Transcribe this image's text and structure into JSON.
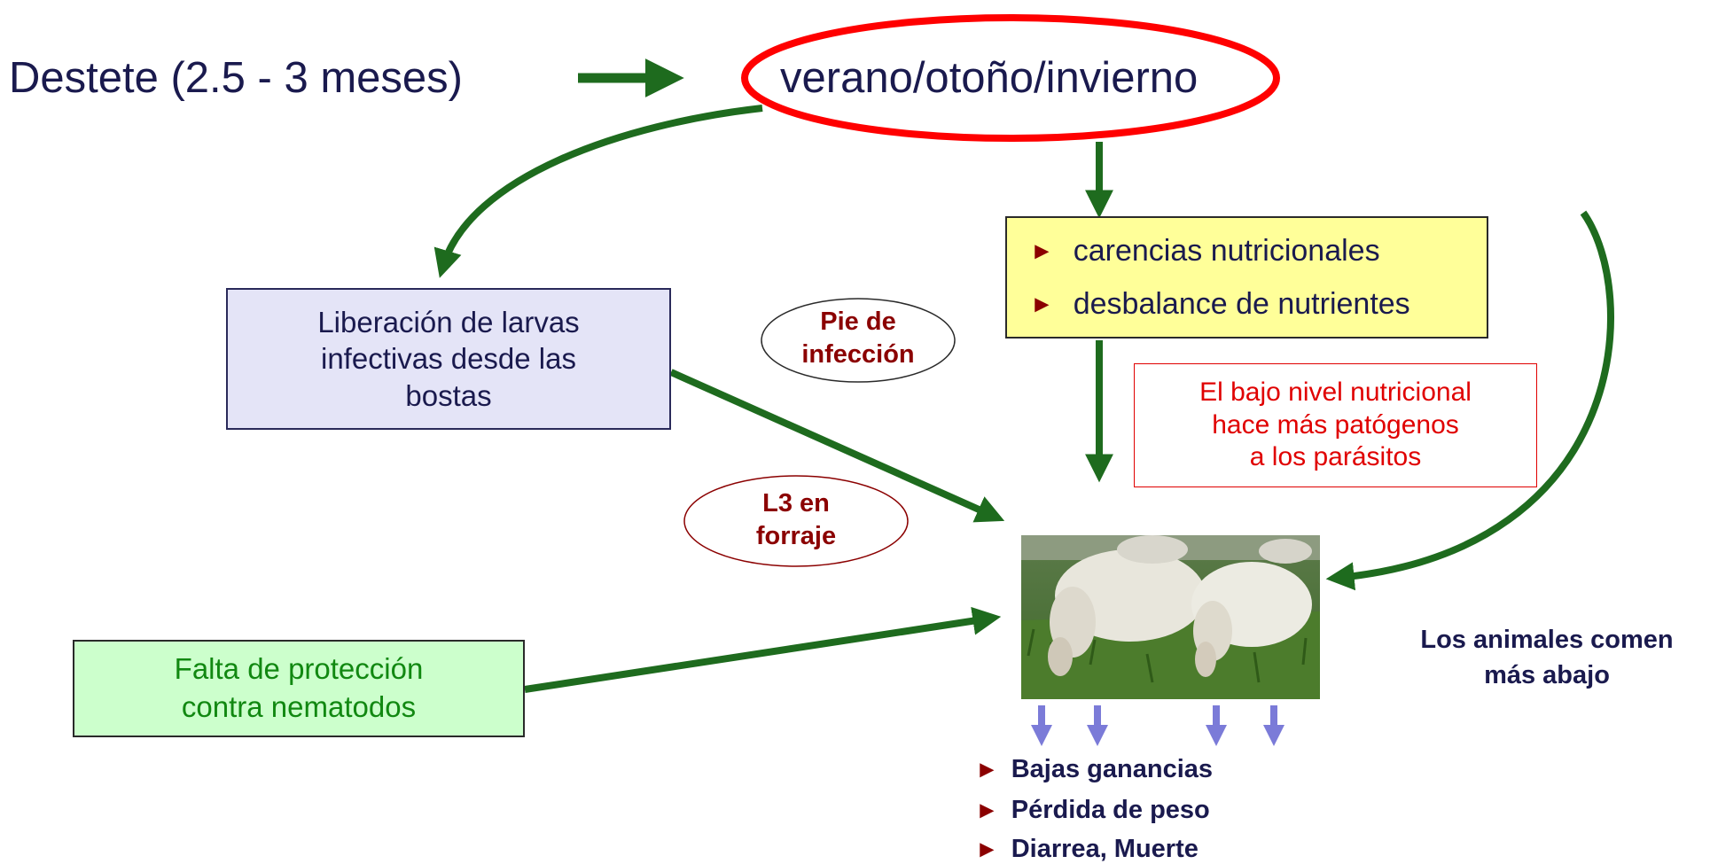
{
  "weaning": "Destete (2.5 - 3 meses)",
  "season": "verano/otoño/invierno",
  "larvae_release": [
    "Liberación de larvas",
    "infectivas desde las",
    "bostas"
  ],
  "deficiencies": [
    "carencias nutricionales",
    "desbalance de nutrientes"
  ],
  "nutrition_note": [
    "El bajo nivel nutricional",
    "hace más patógenos",
    "a los parásitos"
  ],
  "infection_start": [
    "Pie de",
    "infección"
  ],
  "l3_forage": [
    "L3 en",
    "forraje"
  ],
  "lack_protection": [
    "Falta de protección",
    "contra nematodos"
  ],
  "animals_graze": [
    "Los animales comen",
    "más abajo"
  ],
  "effects": [
    "Bajas ganancias",
    "Pérdida de peso",
    "Diarrea, Muerte"
  ],
  "photo_icon": "grazing-sheep-photo",
  "colors": {
    "arrow": "#1e6b1e",
    "season_ellipse": "#ff0000",
    "label_ellipse": "#8b0000",
    "effect_arrow": "#7b7bd8",
    "text": "#1a1a4e"
  }
}
